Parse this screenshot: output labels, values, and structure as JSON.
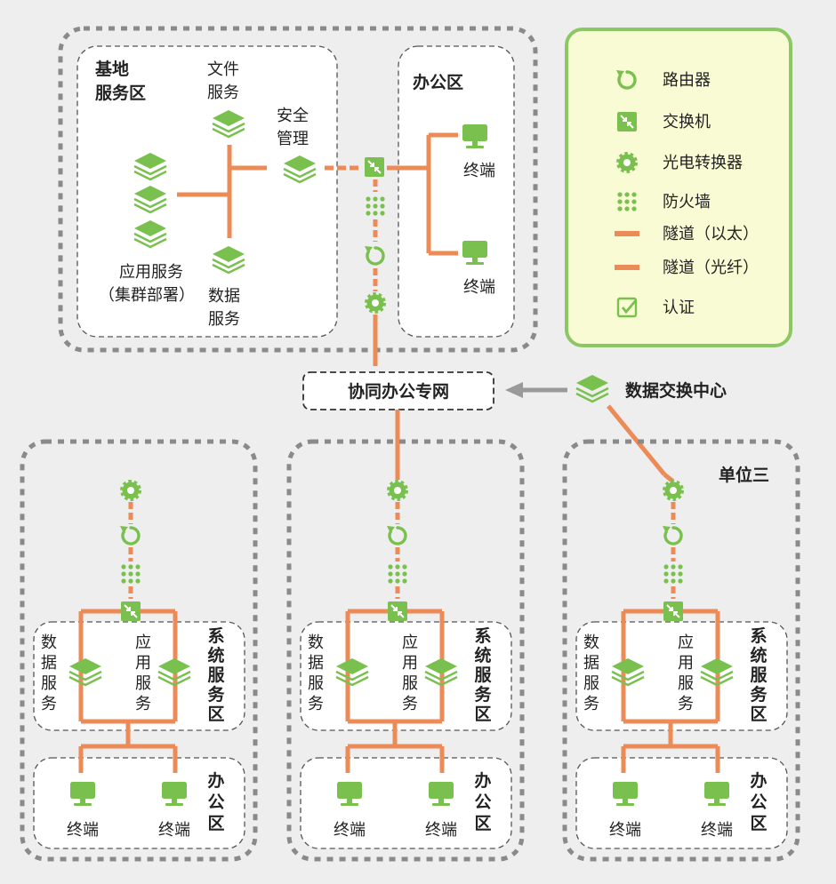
{
  "colors": {
    "orange": "#ec8b58",
    "green": "#79c04e",
    "green_light": "#cfe8b8",
    "gray_arrow": "#9a9a9a",
    "legend_bg": "#f8fbd3",
    "legend_border": "#8bc864",
    "zone_border": "#8a8a8a"
  },
  "legend": {
    "items": [
      {
        "icon": "router-icon",
        "label": "路由器"
      },
      {
        "icon": "switch-icon",
        "label": "交换机"
      },
      {
        "icon": "converter-icon",
        "label": "光电转换器"
      },
      {
        "icon": "firewall-icon",
        "label": "防火墙"
      },
      {
        "icon": "tunnel-ethernet-icon",
        "label": "隧道（以太）"
      },
      {
        "icon": "tunnel-fiber-icon",
        "label": "隧道（光纤）"
      },
      {
        "icon": "auth-icon",
        "label": "认证"
      }
    ]
  },
  "base": {
    "service_zone_title": [
      "基地",
      "服务区"
    ],
    "file_service": [
      "文件",
      "服务"
    ],
    "security": [
      "安全",
      "管理"
    ],
    "app_service": [
      "应用服务",
      "（集群部署）"
    ],
    "data_service": [
      "数据",
      "服务"
    ],
    "office_title": "办公区",
    "terminal": "终端"
  },
  "network": {
    "private_net": "协同办公专网",
    "exchange_center": "数据交换中心"
  },
  "units": {
    "unit3_title": "单位三",
    "data_service": [
      "数",
      "据",
      "服",
      "务"
    ],
    "app_service": [
      "应",
      "用",
      "服",
      "务"
    ],
    "sys_zone": [
      "系",
      "统",
      "服",
      "务",
      "区"
    ],
    "office_zone": [
      "办",
      "公",
      "区"
    ],
    "terminal": "终端"
  }
}
